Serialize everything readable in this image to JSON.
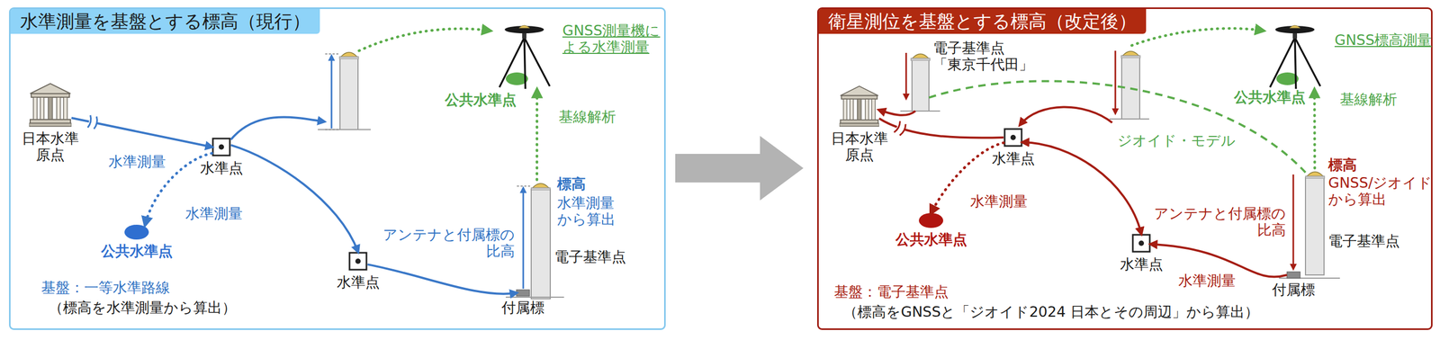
{
  "diagram": {
    "nodes": [
      {
        "text": [
          "水準測量を基盤とする標高（現行）"
        ]
      },
      {
        "text": [
          "日本水準 原点"
        ],
        "in": 0
      },
      {
        "text": [
          "水準点"
        ],
        "in": 0
      },
      {
        "text": [
          "公共水準点"
        ],
        "in": 0
      },
      {
        "text": [
          "水準点"
        ],
        "in": 0
      },
      {
        "text": [
          "電子基準点"
        ],
        "in": 0
      },
      {
        "text": [
          "付属標"
        ],
        "in": 0
      },
      {
        "text": [
          "公共水準点"
        ],
        "in": 0
      },
      {
        "text": [
          "衛星測位を基盤とする標高（改定後）"
        ]
      },
      {
        "text": [
          "電子基準点 「東京千代田」"
        ],
        "in": 8
      },
      {
        "text": [
          "日本水準 原点"
        ],
        "in": 8
      },
      {
        "text": [
          "水準点"
        ],
        "in": 8
      },
      {
        "text": [
          "公共水準点"
        ],
        "in": 8
      },
      {
        "text": [
          "水準点"
        ],
        "in": 8
      },
      {
        "text": [
          "電子基準点"
        ],
        "in": 8
      },
      {
        "text": [
          "付属標"
        ],
        "in": 8
      },
      {
        "text": [
          "公共水準点"
        ],
        "in": 8
      }
    ],
    "edges": [
      {
        "from": 1,
        "to": 2,
        "label": "水準測量",
        "arrow": "to"
      },
      {
        "from": 2,
        "to": 3,
        "label": "水準測量",
        "arrow": "to"
      },
      {
        "from": 2,
        "to": 4,
        "arrow": "to"
      },
      {
        "from": 4,
        "to": 6,
        "arrow": "to"
      },
      {
        "from": 5,
        "to": 7,
        "label": "基線解析",
        "arrow": "to"
      },
      {
        "from": 9,
        "to": 10,
        "arrow": "to"
      },
      {
        "from": 10,
        "to": 11,
        "arrow": "none"
      },
      {
        "from": 11,
        "to": 12,
        "label": "水準測量",
        "arrow": "to"
      },
      {
        "from": 11,
        "to": 13,
        "arrow": "both"
      },
      {
        "from": 15,
        "to": 13,
        "label": "水準測量",
        "arrow": "to"
      },
      {
        "from": 14,
        "to": 16,
        "label": "基線解析",
        "arrow": "to"
      },
      {
        "from": 9,
        "to": 14,
        "label": "ジオイド・モデル",
        "arrow": "none"
      }
    ],
    "labels": [
      "GNSS測量機に よる水準測量",
      "標高",
      "水準測量 から算出",
      "アンテナと付属標の 比高",
      "基盤：一等水準路線",
      "（標高を水準測量から算出）",
      "GNSS標高測量",
      "標高",
      "GNSS/ジオイド から算出",
      "アンテナと付属標の 比高",
      "基盤：電子基準点",
      "（標高をGNSSと「ジオイド2024 日本とその周辺」から算出）"
    ]
  }
}
